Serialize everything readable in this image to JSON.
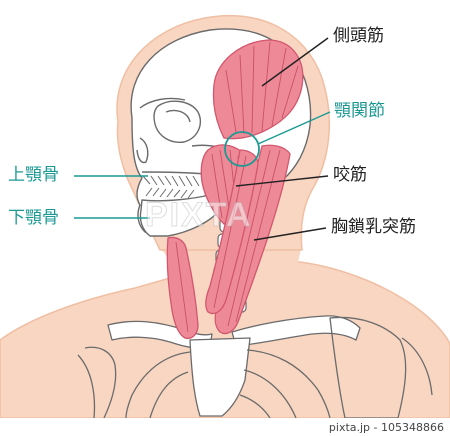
{
  "labels": {
    "temporalis": "側頭筋",
    "tmj": "顎関節",
    "masseter": "咬筋",
    "scm": "胸鎖乳突筋",
    "maxilla": "上顎骨",
    "mandible": "下顎骨"
  },
  "colors": {
    "skin": "#f8d6c2",
    "skin_outline": "#f0bfa3",
    "bone": "#ffffff",
    "bone_line": "#6b6b6b",
    "muscle": "#ee8a98",
    "muscle_line": "#d2566d",
    "teal": "#1b9a94",
    "leader_dark": "#222222"
  },
  "watermark": {
    "text": "PIXTA"
  },
  "footer": {
    "text": "pixta.jp - 105348866"
  }
}
